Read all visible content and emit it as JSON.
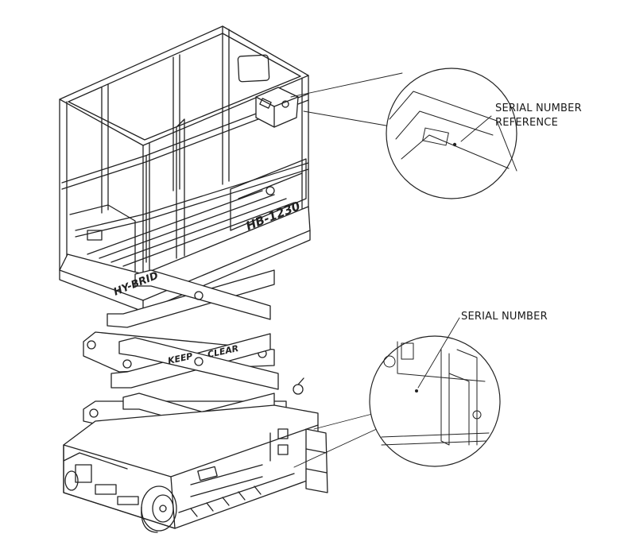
{
  "callouts": {
    "serial_reference_line1": "SERIAL NUMBER",
    "serial_reference_line2": "REFERENCE",
    "serial_number": "SERIAL NUMBER"
  },
  "machine_markings": {
    "model": "HB-1230",
    "brand": "HY-BRID",
    "keep": "KEEP",
    "clear": "CLEAR"
  }
}
